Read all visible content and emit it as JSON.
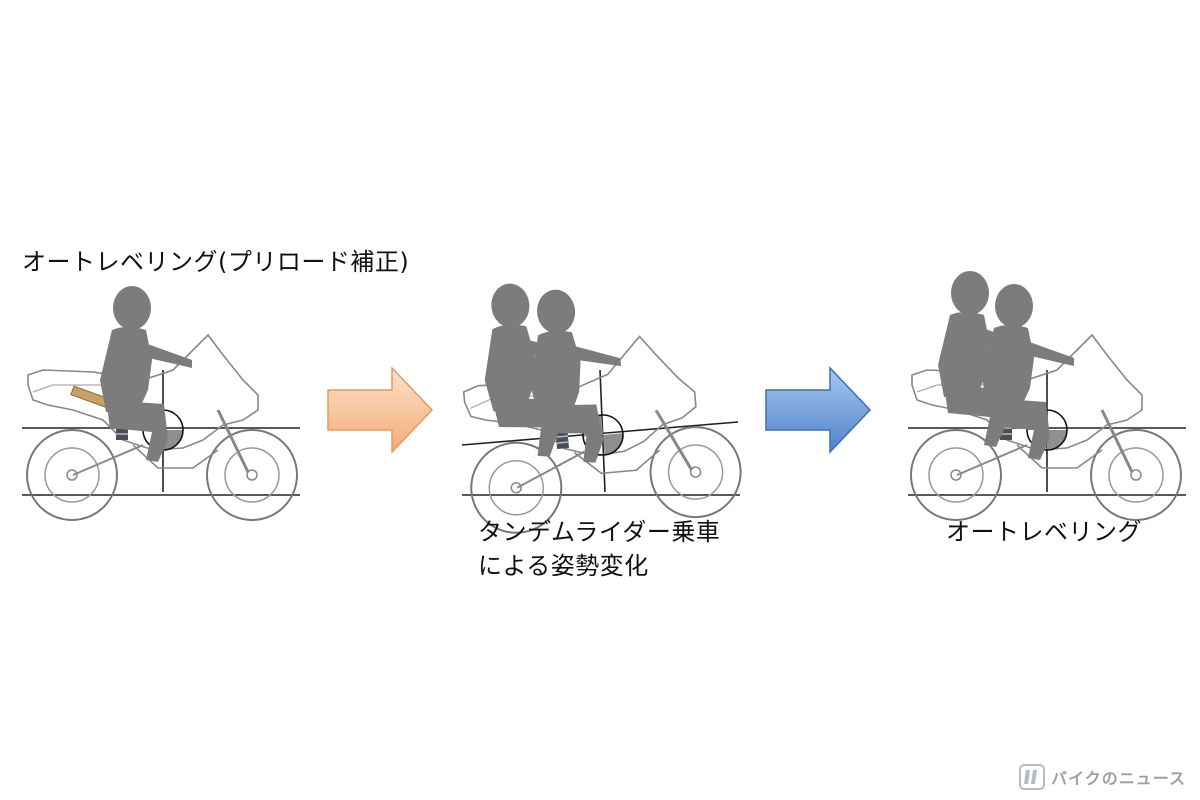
{
  "diagram": {
    "title": "オートレベリング(プリロード補正)",
    "steps": [
      {
        "caption_lines": []
      },
      {
        "caption_lines": [
          "タンデムライダー乗車",
          "による姿勢変化"
        ]
      },
      {
        "caption_lines": [
          "オートレベリング"
        ]
      }
    ],
    "arrows": [
      {
        "color": "#f4b98a"
      },
      {
        "color": "#6f9fd8"
      }
    ]
  },
  "watermark": {
    "text": "バイクのニュース"
  }
}
